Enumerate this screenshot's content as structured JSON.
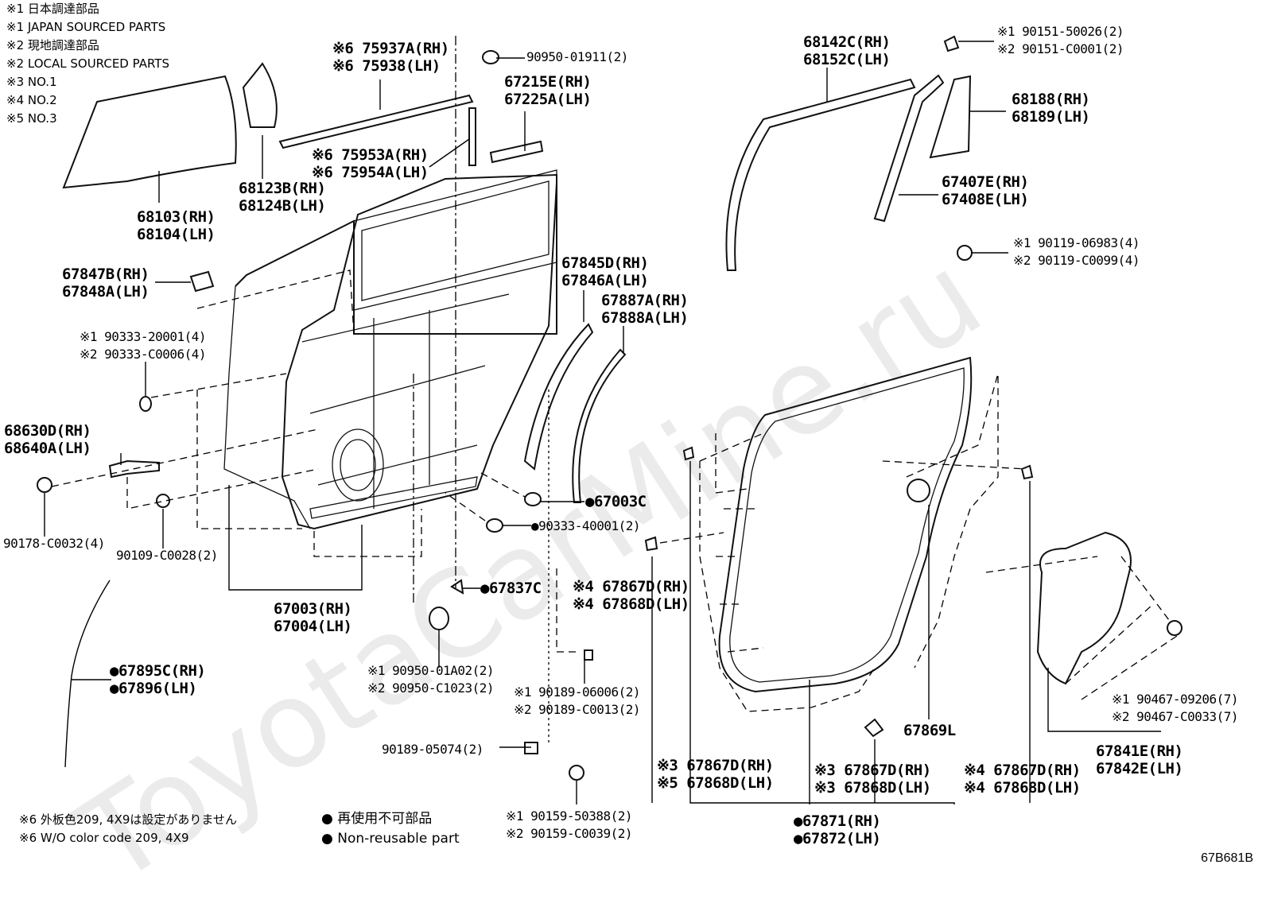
{
  "watermark": "ToyotaCarMine.ru",
  "figure_id": "67B681B",
  "notes_top": [
    "※1 日本調達部品",
    "※1 JAPAN SOURCED PARTS",
    "※2 現地調達部品",
    "※2 LOCAL SOURCED PARTS",
    "※3 NO.1",
    "※4 NO.2",
    "※5 NO.3"
  ],
  "notes_bottom": [
    "※6 外板色209, 4X9は設定がありません",
    "※6 W/O color code 209, 4X9"
  ],
  "legend": [
    "● 再使用不可部品",
    "● Non-reusable part"
  ],
  "labels": {
    "l75937": [
      "※6 75937A(RH)",
      "※6 75938(LH)"
    ],
    "l90950_01911": "90950-01911(2)",
    "l67215": [
      "67215E(RH)",
      "67225A(LH)"
    ],
    "l75953": [
      "※6 75953A(RH)",
      "※6 75954A(LH)"
    ],
    "l68123": [
      "68123B(RH)",
      "68124B(LH)"
    ],
    "l68103": [
      "68103(RH)",
      "68104(LH)"
    ],
    "l67847": [
      "67847B(RH)",
      "67848A(LH)"
    ],
    "l90333_20001": [
      "※1 90333-20001(4)",
      "※2 90333-C0006(4)"
    ],
    "l68630": [
      "68630D(RH)",
      "68640A(LH)"
    ],
    "l90178": "90178-C0032(4)",
    "l90109": "90109-C0028(2)",
    "l67003": [
      "67003(RH)",
      "67004(LH)"
    ],
    "l67895": [
      "●67895C(RH)",
      "●67896(LH)"
    ],
    "l67845": [
      "67845D(RH)",
      "67846A(LH)"
    ],
    "l67887": [
      "67887A(RH)",
      "67888A(LH)"
    ],
    "l67003C": "●67003C",
    "l90333_40001": "●90333-40001(2)",
    "l67837C": "●67837C",
    "l67867D_top": [
      "※4 67867D(RH)",
      "※4 67868D(LH)"
    ],
    "l90950_01A02": [
      "※1 90950-01A02(2)",
      "※2 90950-C1023(2)"
    ],
    "l90189_06006": [
      "※1 90189-06006(2)",
      "※2 90189-C0013(2)"
    ],
    "l90189_05074": "90189-05074(2)",
    "l90159": [
      "※1 90159-50388(2)",
      "※2 90159-C0039(2)"
    ],
    "l68142": [
      "68142C(RH)",
      "68152C(LH)"
    ],
    "l90151": [
      "※1 90151-50026(2)",
      "※2 90151-C0001(2)"
    ],
    "l68188": [
      "68188(RH)",
      "68189(LH)"
    ],
    "l67407": [
      "67407E(RH)",
      "67408E(LH)"
    ],
    "l90119": [
      "※1 90119-06983(4)",
      "※2 90119-C0099(4)"
    ],
    "l67869L": "67869L",
    "l90467": [
      "※1 90467-09206(7)",
      "※2 90467-C0033(7)"
    ],
    "l67841": [
      "67841E(RH)",
      "67842E(LH)"
    ],
    "l67867_s3": [
      "※3 67867D(RH)",
      "※5 67868D(LH)"
    ],
    "l67867_s33": [
      "※3 67867D(RH)",
      "※3 67868D(LH)"
    ],
    "l67867_s44": [
      "※4 67867D(RH)",
      "※4 67868D(LH)"
    ],
    "l67871": [
      "●67871(RH)",
      "●67872(LH)"
    ]
  }
}
